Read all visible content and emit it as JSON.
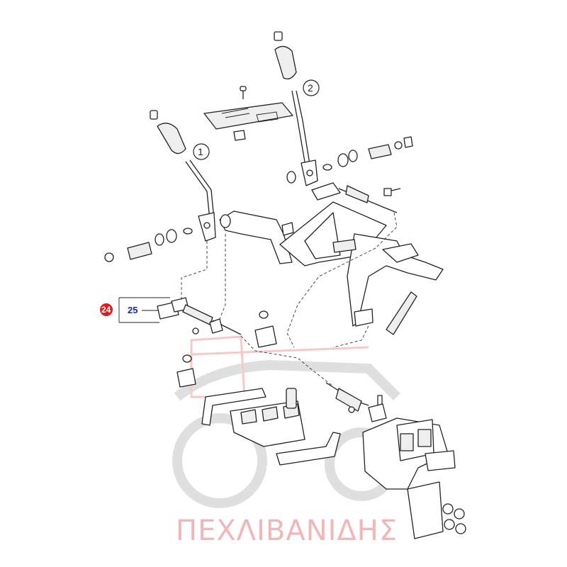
{
  "callouts": {
    "lever_1": "1",
    "lever_2": "2",
    "ref_red": "24",
    "ref_blue": "25"
  },
  "watermark": {
    "text": "ΠΕΧΛΙΒΑΝΙΔΗΣ",
    "color": "#f1b6b6"
  },
  "colors": {
    "red_badge": "#e21b1b",
    "blue_label": "#1a2a9c"
  }
}
